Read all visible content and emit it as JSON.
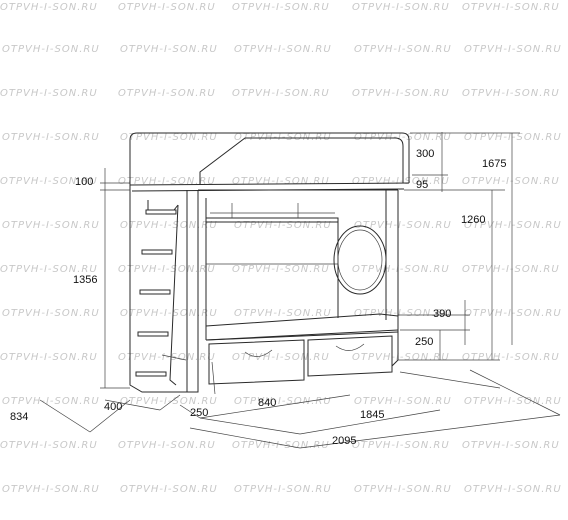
{
  "watermark": "OTPVH-I-SON.RU",
  "dimensions": {
    "d300": "300",
    "d1675": "1675",
    "d100": "100",
    "d95": "95",
    "d1260": "1260",
    "d1356": "1356",
    "d390": "390",
    "d250v": "250",
    "d834": "834",
    "d400": "400",
    "d250h": "250",
    "d840": "840",
    "d1845": "1845",
    "d2095": "2095"
  }
}
